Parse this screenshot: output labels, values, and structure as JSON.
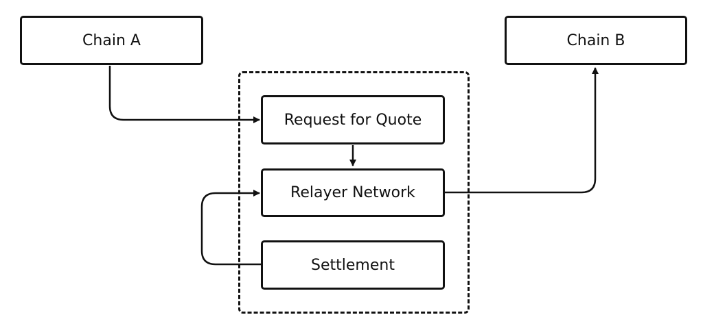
{
  "nodes": {
    "chain_a": "Chain A",
    "chain_b": "Chain B",
    "request_for_quote": "Request for Quote",
    "relayer_network": "Relayer Network",
    "settlement": "Settlement"
  },
  "colors": {
    "stroke": "#111111",
    "background": "#ffffff"
  }
}
